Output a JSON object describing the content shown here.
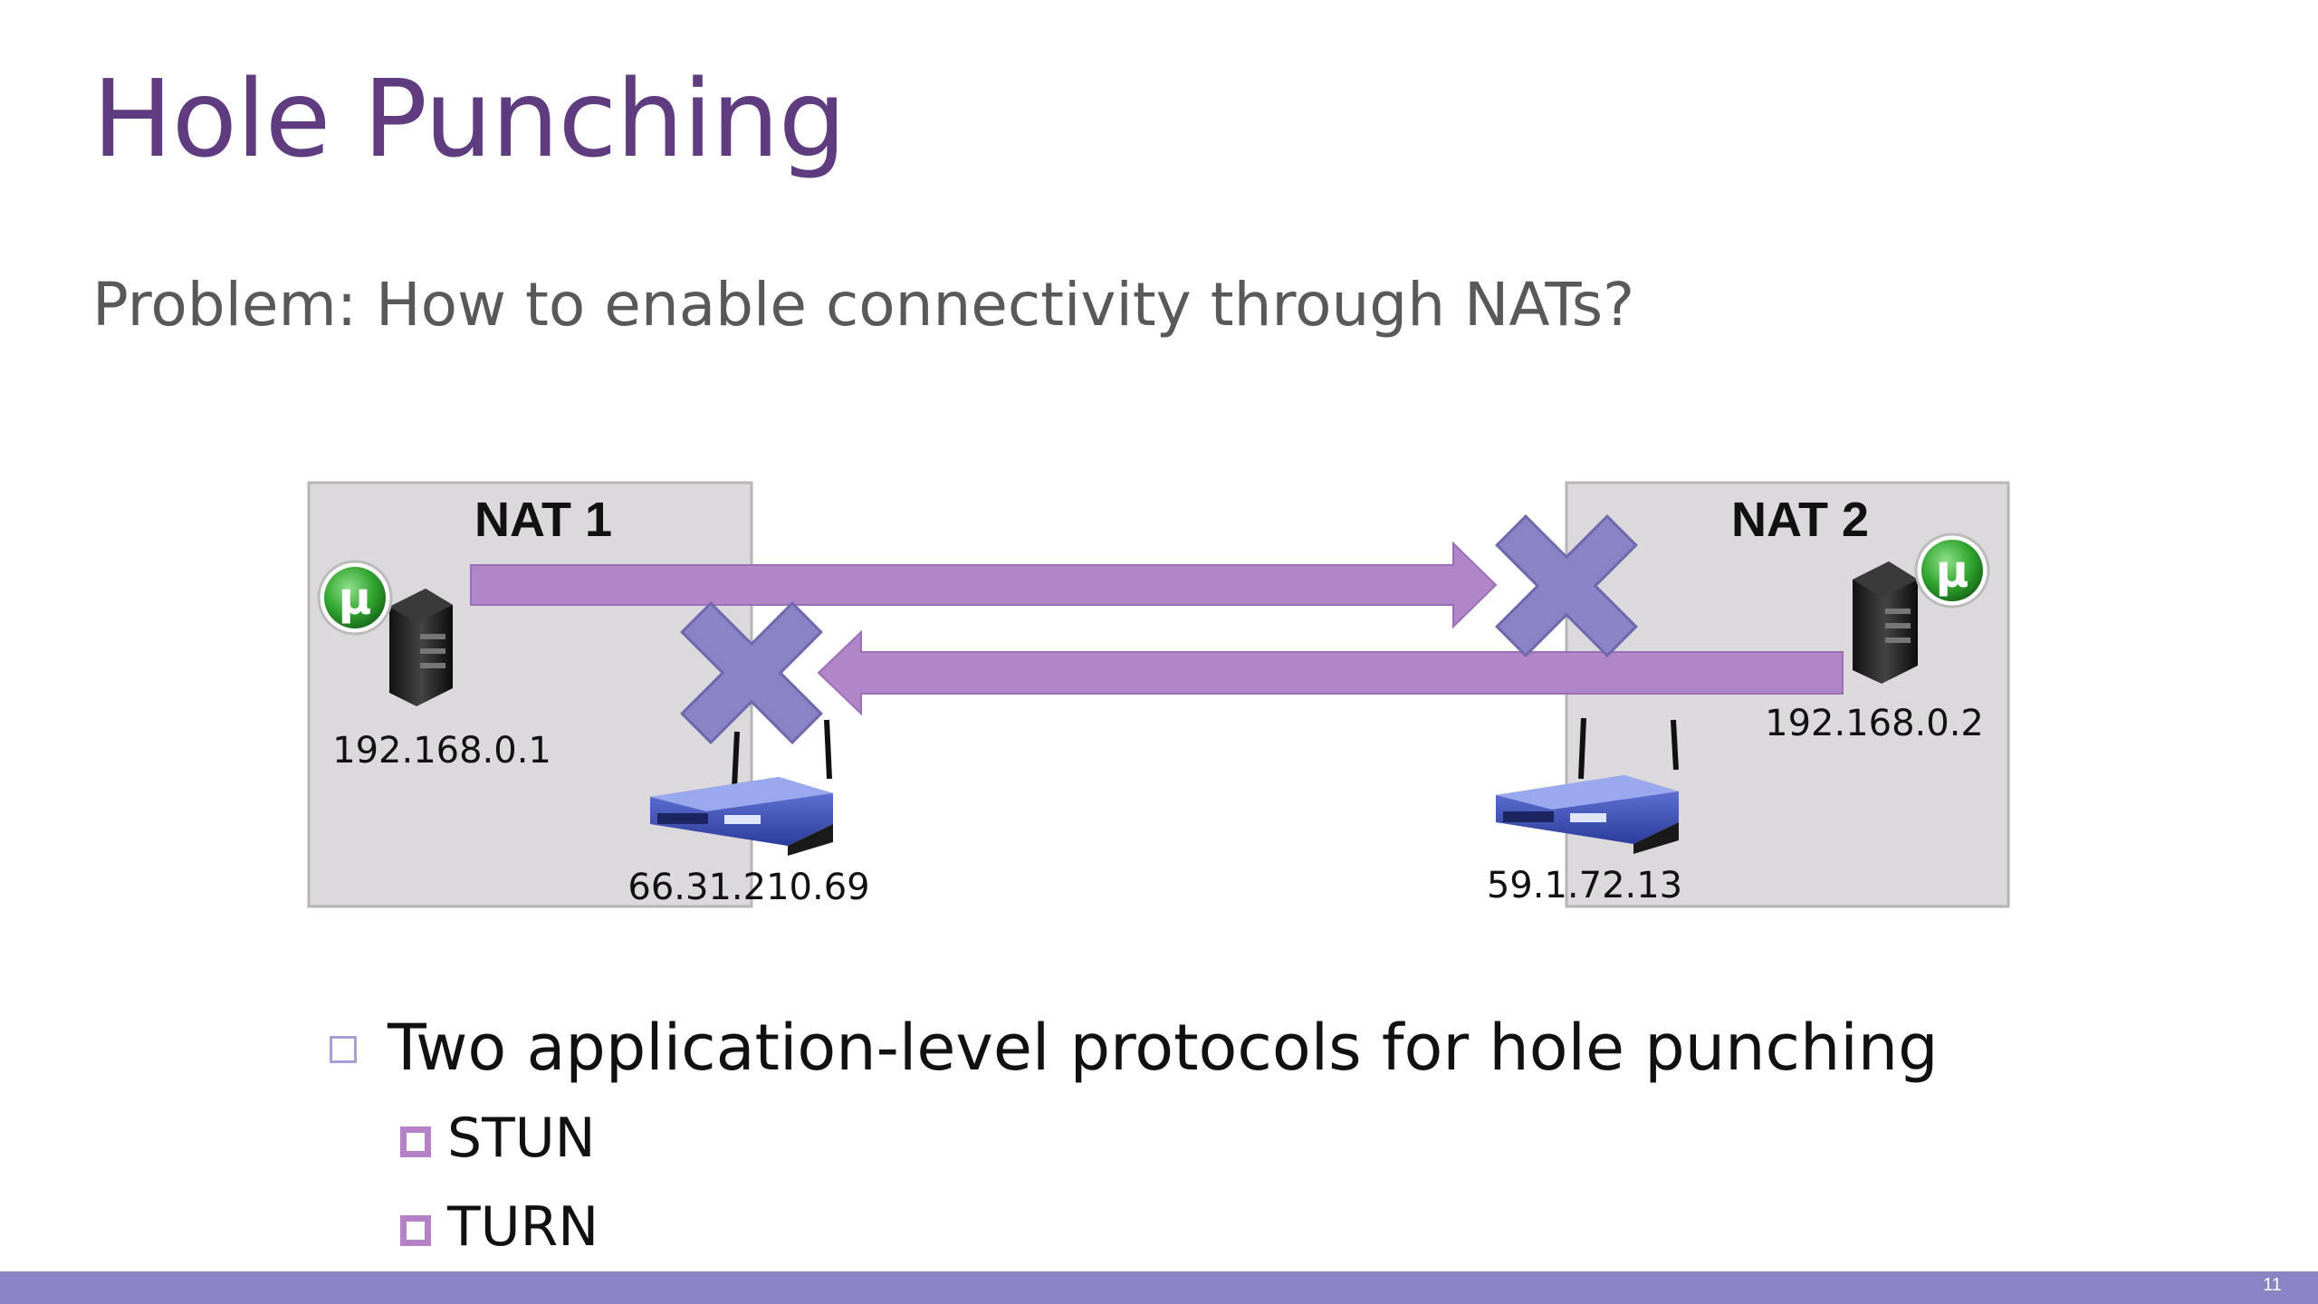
{
  "slide": {
    "title": "Hole Punching",
    "problem": "Problem: How to enable connectivity through NATs?",
    "page_number": "11"
  },
  "diagram": {
    "nat1": {
      "label": "NAT 1",
      "host_ip": "192.168.0.1",
      "router_ip": "66.31.210.69"
    },
    "nat2": {
      "label": "NAT 2",
      "host_ip": "192.168.0.2",
      "router_ip": "59.1.72.13"
    },
    "app_badge": "μ",
    "colors": {
      "nat_box": "#dcd9dc",
      "arrow": "#b086c9",
      "cross": "#8a84c4",
      "accent": "#5f3c7f"
    }
  },
  "bullets": {
    "main": "Two application-level protocols for hole punching",
    "items": [
      "STUN",
      "TURN"
    ]
  }
}
